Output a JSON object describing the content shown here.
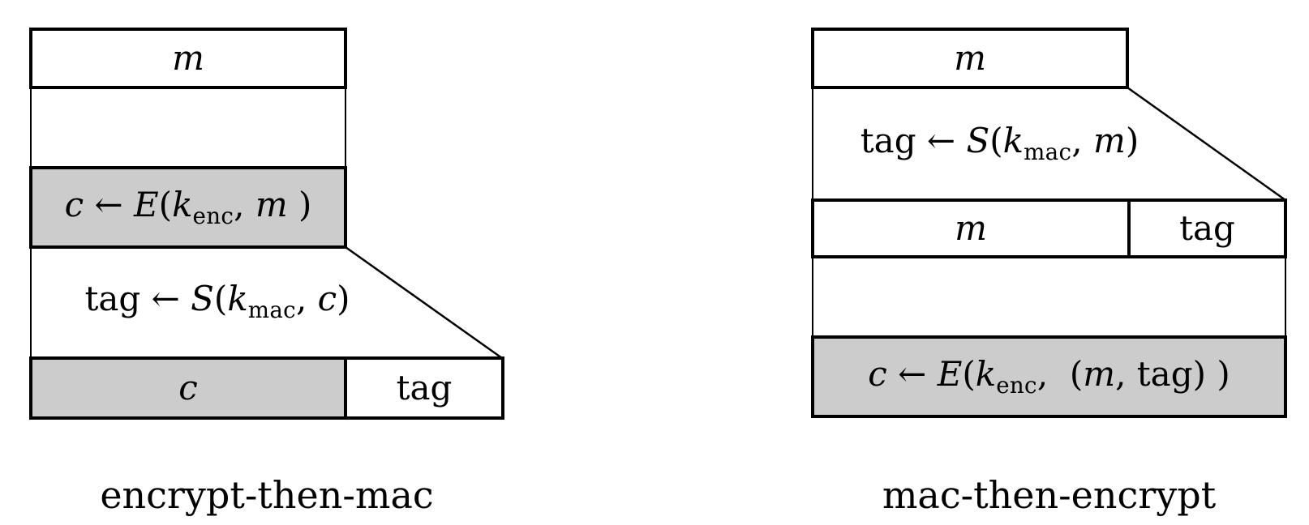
{
  "colors": {
    "box_fill_gray": "#cccccc",
    "box_fill_white": "#ffffff",
    "line": "#000000"
  },
  "left": {
    "caption": "encrypt-then-mac",
    "top_box_label": "m",
    "encrypt_formula": [
      {
        "t": "c",
        "s": "it"
      },
      {
        "t": " ← ",
        "s": "rm"
      },
      {
        "t": "E",
        "s": "it"
      },
      {
        "t": "(",
        "s": "rm"
      },
      {
        "t": "k",
        "s": "it"
      },
      {
        "t": "enc",
        "s": "sub"
      },
      {
        "t": ", ",
        "s": "rm"
      },
      {
        "t": "m",
        "s": "it"
      },
      {
        "t": " )",
        "s": "rm"
      }
    ],
    "mac_formula": [
      {
        "t": "tag ← ",
        "s": "rm"
      },
      {
        "t": "S",
        "s": "it"
      },
      {
        "t": "(",
        "s": "rm"
      },
      {
        "t": "k",
        "s": "it"
      },
      {
        "t": "mac",
        "s": "sub"
      },
      {
        "t": ", ",
        "s": "rm"
      },
      {
        "t": "c",
        "s": "it"
      },
      {
        "t": ")",
        "s": "rm"
      }
    ],
    "result_c_label": "c",
    "result_tag_label": "tag"
  },
  "right": {
    "caption": "mac-then-encrypt",
    "top_box_label": "m",
    "mac_formula": [
      {
        "t": "tag ← ",
        "s": "rm"
      },
      {
        "t": "S",
        "s": "it"
      },
      {
        "t": "(",
        "s": "rm"
      },
      {
        "t": "k",
        "s": "it"
      },
      {
        "t": "mac",
        "s": "sub"
      },
      {
        "t": ", ",
        "s": "rm"
      },
      {
        "t": "m",
        "s": "it"
      },
      {
        "t": ")",
        "s": "rm"
      }
    ],
    "row_m_label": "m",
    "row_tag_label": "tag",
    "encrypt_formula": [
      {
        "t": "c",
        "s": "it"
      },
      {
        "t": " ← ",
        "s": "rm"
      },
      {
        "t": "E",
        "s": "it"
      },
      {
        "t": "(",
        "s": "rm"
      },
      {
        "t": "k",
        "s": "it"
      },
      {
        "t": "enc",
        "s": "sub"
      },
      {
        "t": ",  (",
        "s": "rm"
      },
      {
        "t": "m",
        "s": "it"
      },
      {
        "t": ", tag) )",
        "s": "rm"
      }
    ]
  }
}
